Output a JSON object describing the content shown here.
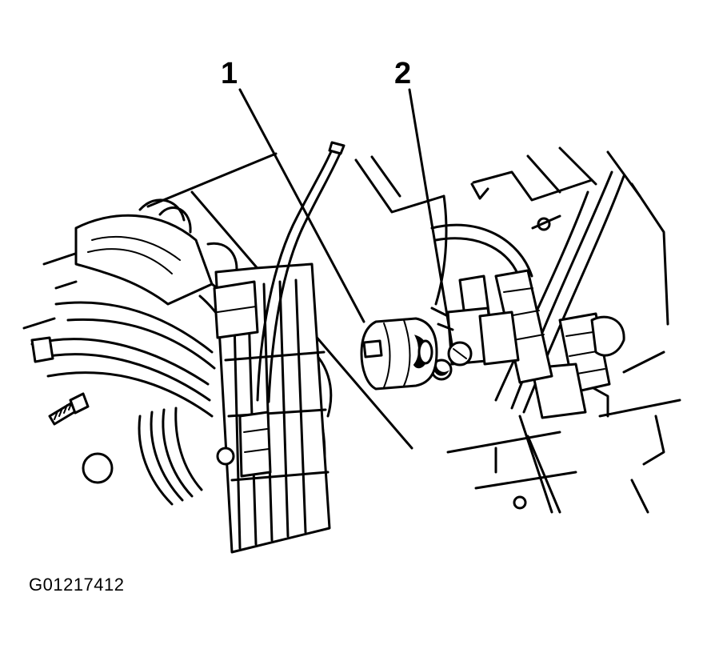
{
  "callouts": [
    {
      "id": "1",
      "label": "1"
    },
    {
      "id": "2",
      "label": "2"
    }
  ],
  "figure_id": "G01217412",
  "colors": {
    "ink": "#000000",
    "paper": "#ffffff"
  }
}
